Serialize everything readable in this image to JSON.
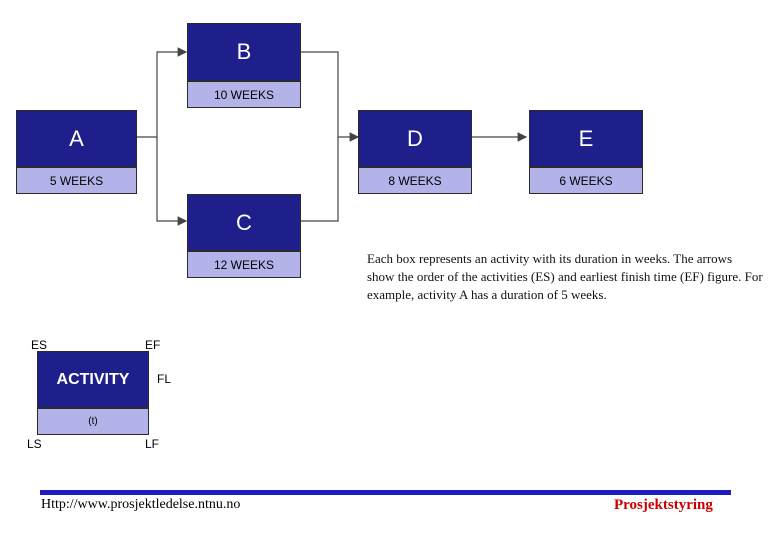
{
  "nodes": {
    "B": {
      "name": "B",
      "duration": "10 WEEKS"
    },
    "A": {
      "name": "A",
      "duration": "5 WEEKS"
    },
    "D": {
      "name": "D",
      "duration": "8 WEEKS"
    },
    "E": {
      "name": "E",
      "duration": "6 WEEKS"
    },
    "C": {
      "name": "C",
      "duration": "12 WEEKS"
    }
  },
  "legend": {
    "activity": "ACTIVITY",
    "time": "(t)",
    "es": "ES",
    "ef": "EF",
    "fl": "FL",
    "ls": "LS",
    "lf": "LF"
  },
  "description": {
    "line1": "Each box represents an activity with its duration in weeks. The arrows",
    "line2": "show the order of the activities (ES) and earliest finish time (EF) figure. For",
    "line3": "example, activity A has a duration of 5 weeks."
  },
  "footer": {
    "url": "Http://www.prosjektledelse.ntnu.no",
    "brand": "Prosjektstyring"
  },
  "colors": {
    "box_top": "#1f1f8c",
    "box_bottom": "#b3b3ea",
    "footer_rule": "#1c1cc0",
    "brand_text": "#cc0000"
  }
}
